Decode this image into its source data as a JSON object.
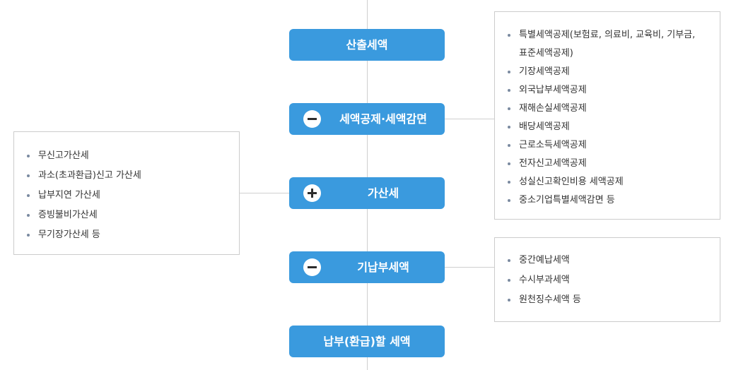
{
  "steps": {
    "calc_tax": "산출세액",
    "deduction": "세액공제·세액감면",
    "additional": "가산세",
    "prepaid": "기납부세액",
    "final": "납부(환급)할 세액"
  },
  "deduction_box": {
    "items": [
      "특별세액공제(보험료, 의료비, 교육비, 기부금, 표준세액공제)",
      "기장세액공제",
      "외국납부세액공제",
      "재해손실세액공제",
      "배당세액공제",
      "근로소득세액공제",
      "전자신고세액공제",
      "성실신고확인비용 세액공제",
      "중소기업특별세액감면 등"
    ]
  },
  "additional_box": {
    "items": [
      "무신고가산세",
      "과소(초과환급)신고 가산세",
      "납부지연 가산세",
      "증빙불비가산세",
      "무기장가산세 등"
    ]
  },
  "prepaid_box": {
    "items": [
      "중간예납세액",
      "수시부과세액",
      "원천징수세액 등"
    ]
  },
  "icons": {
    "deduction": "minus-circle-icon",
    "additional": "plus-circle-icon",
    "prepaid": "minus-circle-icon"
  },
  "colors": {
    "step_background": "#3a9ade",
    "step_text": "#ffffff",
    "connector": "#cfcfcf"
  }
}
